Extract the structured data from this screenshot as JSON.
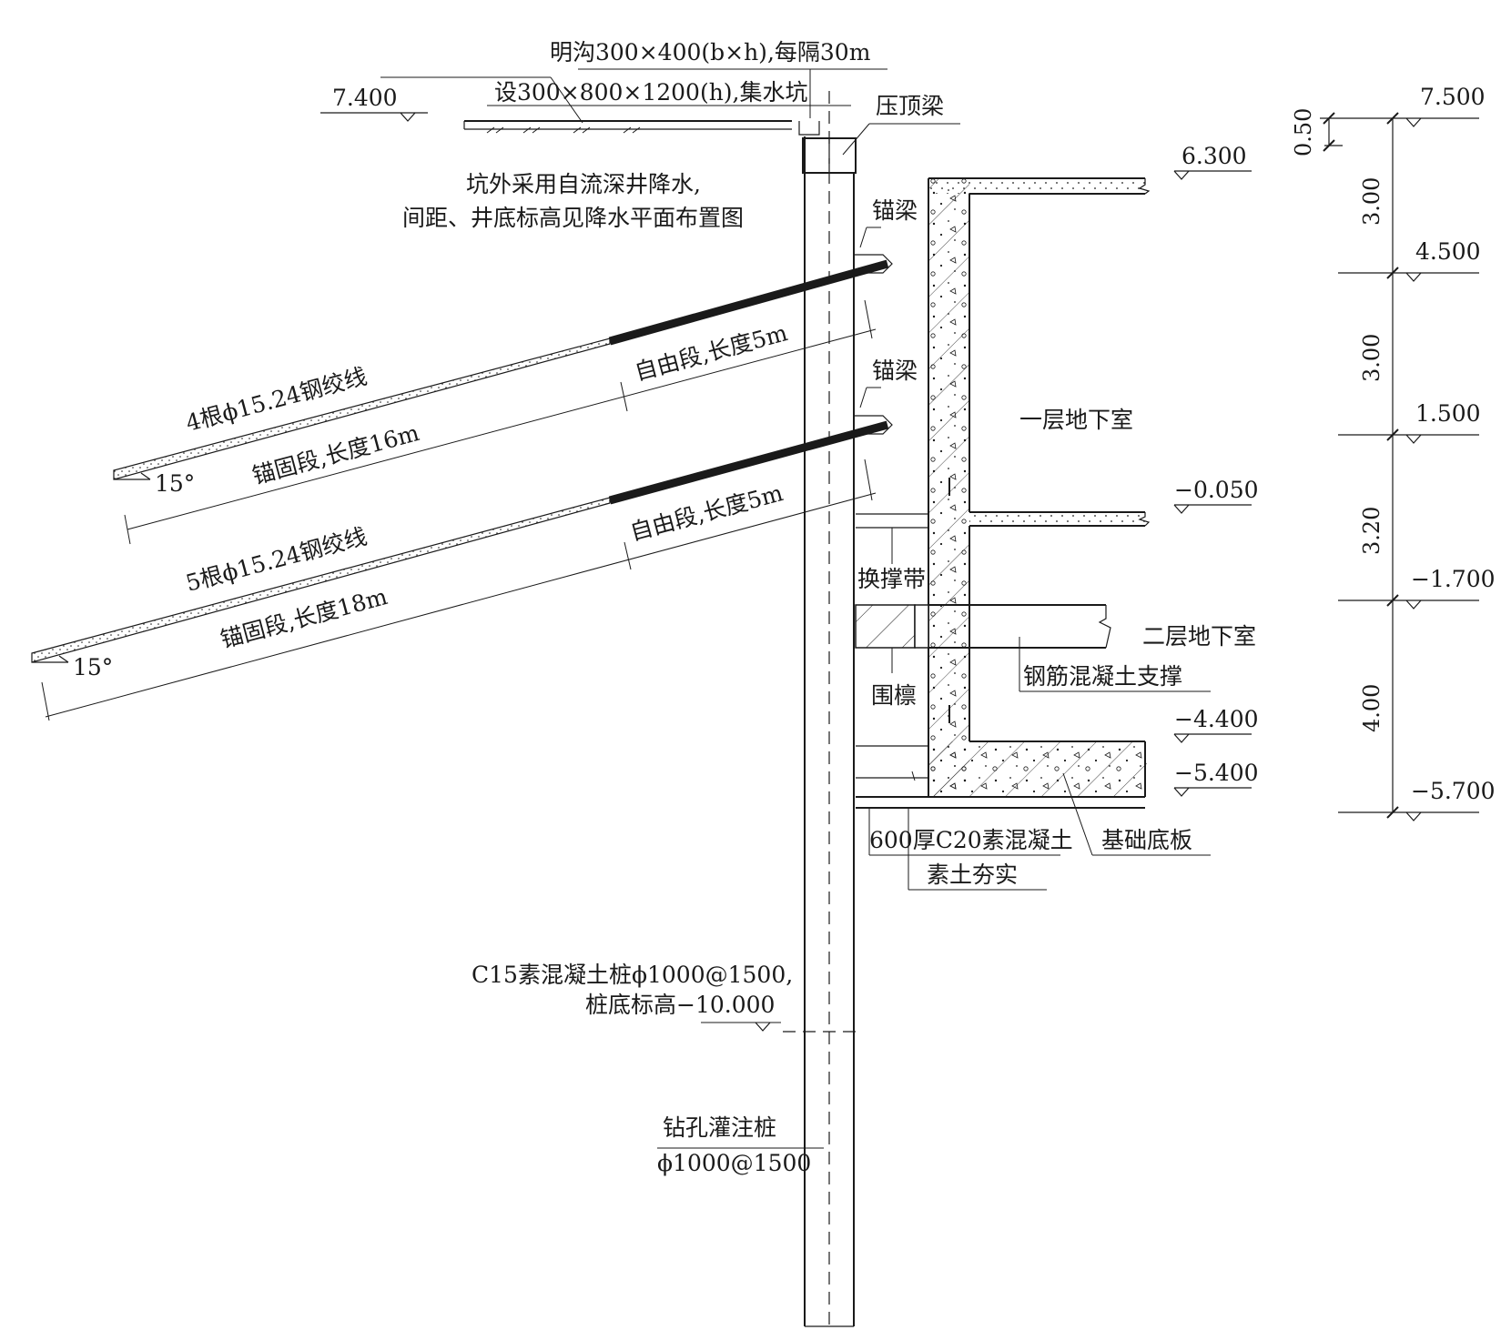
{
  "labels": {
    "ditch": "明沟300×400(b×h),每隔30m",
    "sump": "设300×800×1200(h),集水坑",
    "cap_beam": "压顶梁",
    "dewater_1": "坑外采用自流深井降水,",
    "dewater_2": "间距、井底标高见降水平面布置图",
    "anchor_beam_1": "锚梁",
    "anchor_beam_2": "锚梁",
    "free_1": "自由段,长度5m",
    "free_2": "自由段,长度5m",
    "strand_1": "4根ϕ15.24钢绞线",
    "strand_2": "5根ϕ15.24钢绞线",
    "bond_1": "锚固段,长度16m",
    "bond_2": "锚固段,长度18m",
    "angle_1": "15°",
    "angle_2": "15°",
    "basement_1": "一层地下室",
    "basement_2": "二层地下室",
    "transfer_strut": "换撑带",
    "waling": "围檩",
    "rc_strut": "钢筋混凝土支撑",
    "blinding": "600厚C20素混凝土",
    "compacted_soil": "素土夯实",
    "raft": "基础底板",
    "plain_pile_1": "C15素混凝土桩ϕ1000@1500,",
    "plain_pile_2": "桩底标高−10.000",
    "bored_pile_1": "钻孔灌注桩",
    "bored_pile_2": "ϕ1000@1500"
  },
  "elevations": {
    "ground": "7.400",
    "slab_1": "6.300",
    "slab_2": "−0.050",
    "slab_3": "−4.400",
    "slab_4": "−5.400"
  },
  "dimension_chain": {
    "marks": [
      "7.500",
      "4.500",
      "1.500",
      "−1.700",
      "−5.700"
    ],
    "spans": [
      "0.50",
      "3.00",
      "3.00",
      "3.20",
      "4.00"
    ]
  }
}
